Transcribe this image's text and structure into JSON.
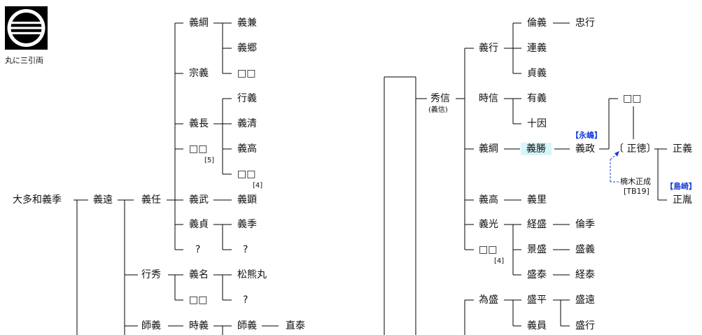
{
  "crest": {
    "label": "丸に三引両",
    "icon": "maru-ni-mitsubikiryo-icon"
  },
  "colors": {
    "highlight": "#d6f6f8",
    "tag": "#1a3fd6",
    "arrow": "#1a3fd6",
    "line": "#000000"
  },
  "names": {
    "root": "大多和義季",
    "yoshito": "義遠",
    "yoshito_masa": "義任",
    "yoshitsuna1": "義綱",
    "yoshikane": "義兼",
    "yoshisato1": "義郷",
    "unk_a": "□□",
    "muneyoshi": "宗義",
    "yukiyoshi1": "行義",
    "yoshinaga": "義長",
    "yoshikiyo": "義清",
    "unk_b": "□□",
    "unk_b_note": "[5]",
    "yoshitaka1": "義高",
    "unk_c": "□□",
    "unk_c_note": "[4]",
    "yoshitake": "義武",
    "yoshiaki": "義顕",
    "yoshisada": "義貞",
    "yoshisue": "義季",
    "q1": "?",
    "q2": "?",
    "yukihide": "行秀",
    "yoshina": "義名",
    "matsukumamaru": "松熊丸",
    "unk_d": "□□",
    "q3": "?",
    "moroyoshi1": "師義",
    "tokiyoshi": "時義",
    "moroyoshi2": "師義",
    "naoyasu": "直泰",
    "hidenobu": "秀信",
    "hidenobu_alt": "(義信)",
    "yoshiyuki": "義行",
    "noriyoshi": "倫義",
    "tadayuki": "忠行",
    "tsurayoshi": "連義",
    "sadayoshi": "貞義",
    "tokinobu": "時信",
    "ariyoshi": "有義",
    "toyori": "十因",
    "yoshitsuna2": "義綱",
    "yoshikatsu": "義勝",
    "yoshimasa": "義政",
    "tag_nagashima": "【永嶋】",
    "unk_e": "□□",
    "masanori": "〔 正徳〕",
    "masayoshi": "正義",
    "kusunoki": "楠木正成",
    "kusunoki_ref": "[TB19]",
    "tag_shimazaki": "【島崎】",
    "masaran": "正胤",
    "yoshitaka2": "義高",
    "yoshisato2": "義里",
    "yoshimitsu": "義光",
    "tsunemori": "経盛",
    "noriue": "倫季",
    "unk_f": "□□",
    "unk_f_note": "[4]",
    "kagemori": "景盛",
    "moriyoshi": "盛義",
    "moriyasu": "盛泰",
    "tsuneyasu": "経泰",
    "tamemori": "為盛",
    "morihira": "盛平",
    "morito": "盛遠",
    "yoshikazu": "義員",
    "moriyuki": "盛行"
  }
}
